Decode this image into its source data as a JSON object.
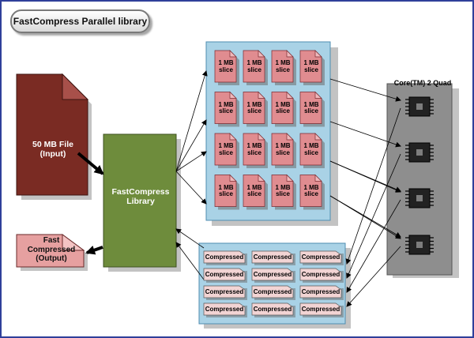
{
  "title": "FastCompress Parallel library",
  "input_file": {
    "line1": "50 MB File",
    "line2": "(Input)"
  },
  "library": {
    "line1": "FastCompress",
    "line2": "Library"
  },
  "output_file": {
    "line1": "Fast",
    "line2": "Compressed",
    "line3": "(Output)"
  },
  "slice_label": {
    "line1": "1 MB",
    "line2": "slice"
  },
  "slice_grid": {
    "rows": 4,
    "cols": 4
  },
  "compressed_label": "Compressed",
  "compressed_grid": {
    "rows": 4,
    "cols": 3
  },
  "cpu_label": "Core(TM) 2 Quad",
  "cpu_cores": 4,
  "colors": {
    "input": "#7a2b23",
    "library": "#6e8c3c",
    "panel": "#a9d2e6",
    "card": "#e08c90",
    "compressed_card": "#f2d4d4",
    "output": "#e6a0a0",
    "cpu": "#8e8e8e",
    "border": "#2f3f9a"
  }
}
